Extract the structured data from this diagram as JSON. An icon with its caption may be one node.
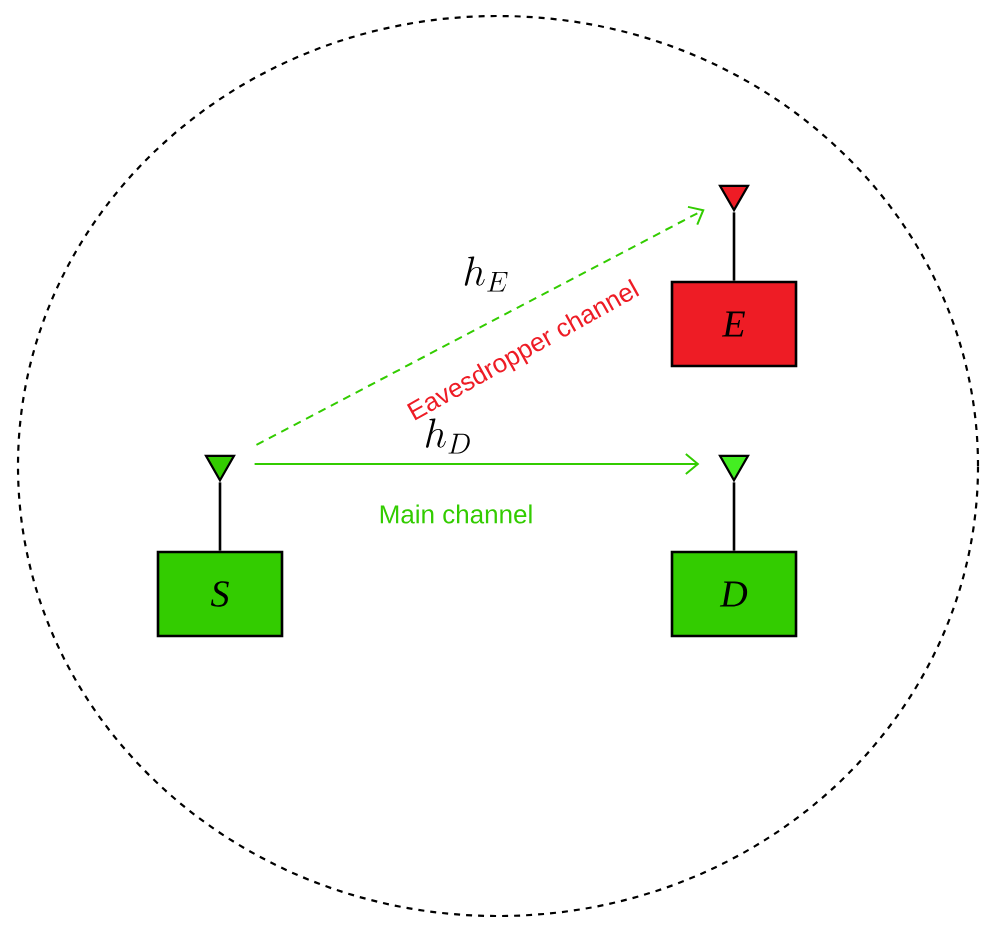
{
  "diagram": {
    "nodes": [
      {
        "text": [],
        "shape": "ellipse"
      },
      {
        "text": [],
        "shape": "triangle",
        "in": 0
      },
      {
        "text": [
          "E"
        ],
        "in": 0
      },
      {
        "text": [],
        "shape": "triangle",
        "in": 0
      },
      {
        "text": [],
        "shape": "triangle",
        "in": 0
      },
      {
        "text": [
          "S"
        ],
        "in": 0
      },
      {
        "text": [
          "D"
        ],
        "in": 0
      }
    ],
    "edges": [
      {
        "from": 3,
        "to": 4,
        "arrow": "to",
        "label": "Main channel",
        "color": "#33cc00"
      },
      {
        "from": 3,
        "to": 1,
        "arrow": "to",
        "label": "Eavesdropper channel",
        "style": "dashed",
        "color": "#33cc00"
      },
      {
        "from": 1,
        "to": 2,
        "arrow": "none"
      },
      {
        "from": 3,
        "to": 5,
        "arrow": "none"
      },
      {
        "from": 4,
        "to": 6,
        "arrow": "none"
      }
    ],
    "labels": [
      "h_E",
      "h_D"
    ]
  }
}
